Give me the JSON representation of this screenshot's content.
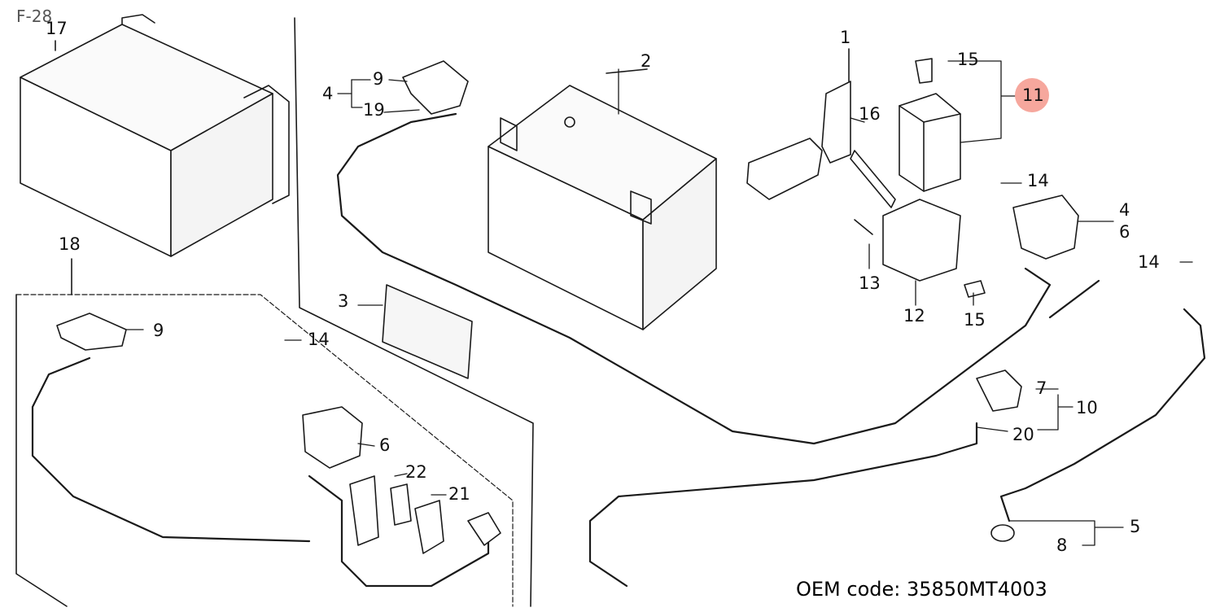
{
  "diagram": {
    "sheet_ref": "F-28",
    "callouts": {
      "c1": "1",
      "c2": "2",
      "c3": "3",
      "c4a": "4",
      "c4b": "4",
      "c5": "5",
      "c6a": "6",
      "c6b": "6",
      "c7": "7",
      "c8": "8",
      "c9a": "9",
      "c9b": "9",
      "c10": "10",
      "c11": "11",
      "c12": "12",
      "c13": "13",
      "c14a": "14",
      "c14b": "14",
      "c14c": "14",
      "c15a": "15",
      "c15b": "15",
      "c16": "16",
      "c17": "17",
      "c18": "18",
      "c19": "19",
      "c20": "20",
      "c21": "21",
      "c22": "22"
    },
    "highlighted_callout": "11",
    "highlight_color": "#f6a79d",
    "oem_code": "OEM code: 35850MT4003"
  }
}
